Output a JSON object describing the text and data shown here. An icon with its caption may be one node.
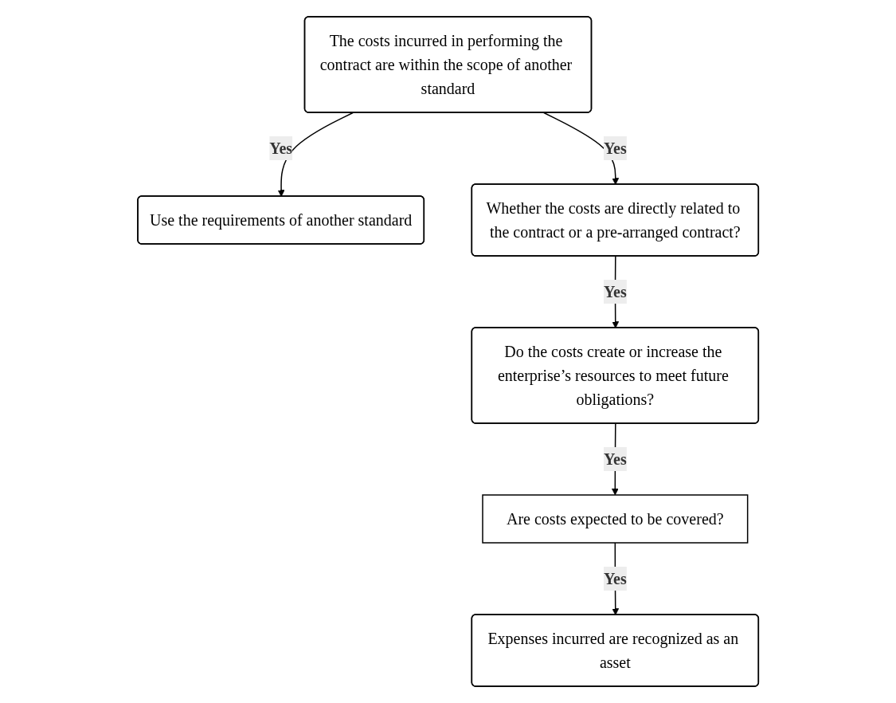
{
  "diagram": {
    "nodes": [
      {
        "text": [
          "The costs incurred in performing the contract are within the scope of another standard"
        ]
      },
      {
        "text": [
          "Use the requirements of another standard"
        ]
      },
      {
        "text": [
          "Whether the costs are directly related to the contract or a pre-arranged contract?"
        ]
      },
      {
        "text": [
          "Do the costs create or increase the enterprise’s resources to meet future obligations?"
        ]
      },
      {
        "text": [
          "Are costs expected to be covered?"
        ]
      },
      {
        "text": [
          "Expenses incurred are recognized as an asset"
        ]
      }
    ],
    "edges": [
      {
        "from": 0,
        "to": 1,
        "arrow": "to",
        "label": "Yes"
      },
      {
        "from": 0,
        "to": 2,
        "arrow": "to",
        "label": "Yes"
      },
      {
        "from": 2,
        "to": 3,
        "arrow": "to",
        "label": "Yes"
      },
      {
        "from": 3,
        "to": 4,
        "arrow": "to",
        "label": "Yes"
      },
      {
        "from": 4,
        "to": 5,
        "arrow": "to",
        "label": "Yes"
      }
    ]
  }
}
